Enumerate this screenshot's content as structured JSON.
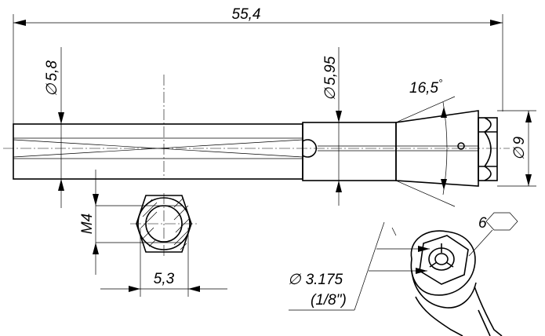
{
  "dimensions": {
    "overall_length": "55,4",
    "shank_diameter": "5,8",
    "collar_diameter": "5,95",
    "taper_angle": "16,5",
    "nut_diameter": "9",
    "thread": "M4",
    "hex_width": "5,3",
    "hex_size": "6",
    "bore_diameter": "3.175",
    "bore_fraction": "(1/8\")"
  },
  "symbols": {
    "diameter": "∅",
    "degree": "°"
  }
}
